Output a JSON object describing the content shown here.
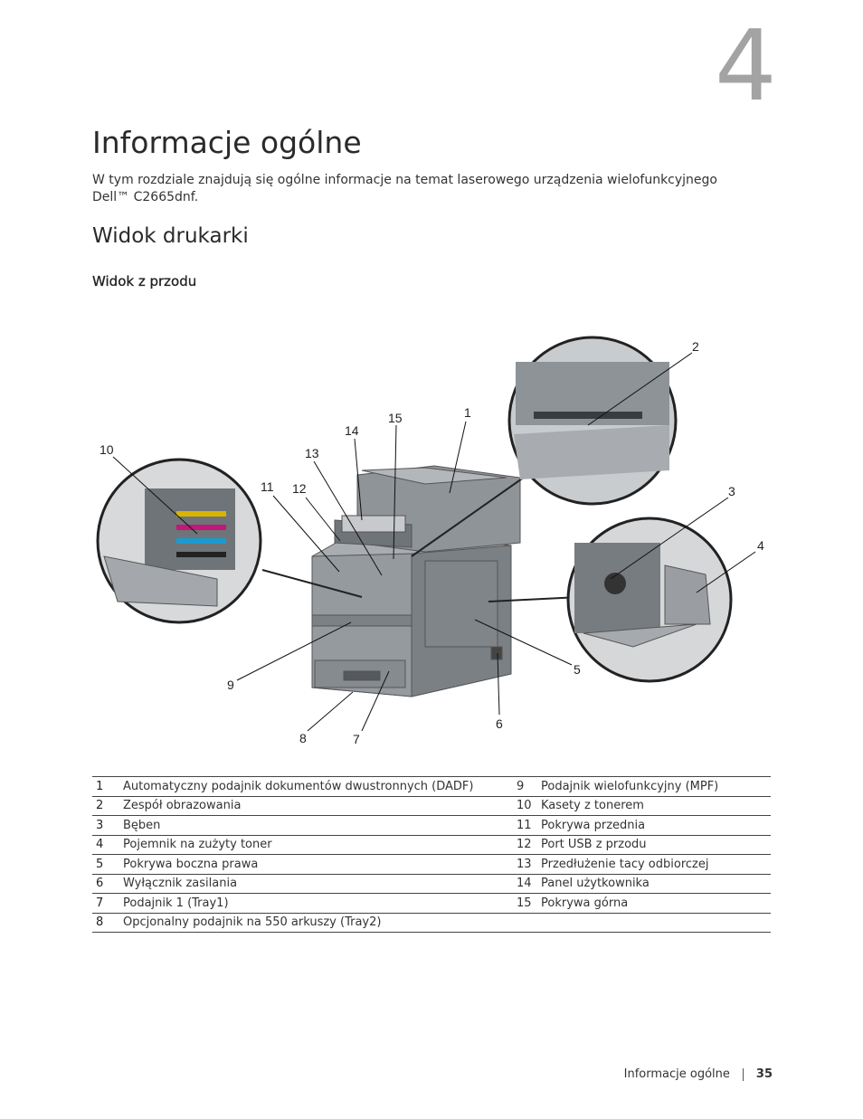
{
  "chapter_number": "4",
  "title": "Informacje ogólne",
  "intro": "W tym rozdziale znajdują się ogólne informacje na temat laserowego urządzenia wielofunkcyjnego Dell™ C2665dnf.",
  "section_title": "Widok drukarki",
  "subsection_title": "Widok z przodu",
  "figure": {
    "callouts": [
      "1",
      "2",
      "3",
      "4",
      "5",
      "6",
      "7",
      "8",
      "9",
      "10",
      "11",
      "12",
      "13",
      "14",
      "15"
    ]
  },
  "parts_table": [
    {
      "n1": "1",
      "t1": "Automatyczny podajnik dokumentów dwustronnych (DADF)",
      "n2": "9",
      "t2": "Podajnik wielofunkcyjny (MPF)"
    },
    {
      "n1": "2",
      "t1": "Zespół obrazowania",
      "n2": "10",
      "t2": "Kasety z tonerem"
    },
    {
      "n1": "3",
      "t1": "Bęben",
      "n2": "11",
      "t2": "Pokrywa przednia"
    },
    {
      "n1": "4",
      "t1": "Pojemnik na zużyty toner",
      "n2": "12",
      "t2": "Port USB z przodu"
    },
    {
      "n1": "5",
      "t1": "Pokrywa boczna prawa",
      "n2": "13",
      "t2": "Przedłużenie tacy odbiorczej"
    },
    {
      "n1": "6",
      "t1": "Wyłącznik zasilania",
      "n2": "14",
      "t2": "Panel użytkownika"
    },
    {
      "n1": "7",
      "t1": "Podajnik 1 (Tray1)",
      "n2": "15",
      "t2": "Pokrywa górna"
    },
    {
      "n1": "8",
      "t1": "Opcjonalny podajnik na 550 arkuszy (Tray2)",
      "n2": "",
      "t2": ""
    }
  ],
  "footer": {
    "section": "Informacje ogólne",
    "page": "35"
  }
}
